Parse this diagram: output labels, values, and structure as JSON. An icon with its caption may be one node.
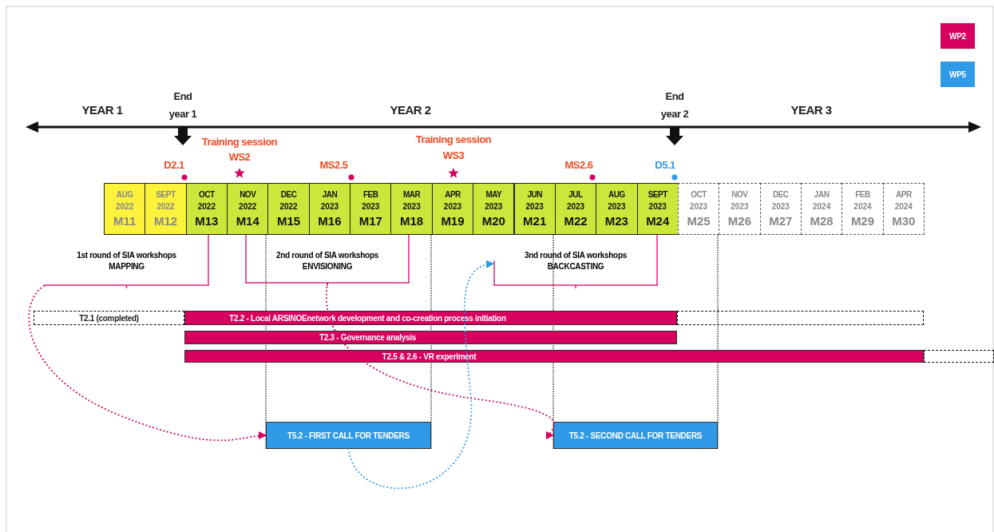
{
  "diagram": {
    "nodes": [
      {
        "text": [
          "AUG",
          "2022",
          "M11"
        ]
      },
      {
        "text": [
          "SEPT",
          "2022",
          "M12"
        ]
      },
      {
        "text": [
          "OCT",
          "2022",
          "M13"
        ]
      },
      {
        "text": [
          "NOV",
          "2022",
          "M14"
        ]
      },
      {
        "text": [
          "DEC",
          "2022",
          "M15"
        ]
      },
      {
        "text": [
          "JAN",
          "2023",
          "M16"
        ]
      },
      {
        "text": [
          "FEB",
          "2023",
          "M17"
        ]
      },
      {
        "text": [
          "MAR",
          "2023",
          "M18"
        ]
      },
      {
        "text": [
          "APR",
          "2023",
          "M19"
        ]
      },
      {
        "text": [
          "MAY",
          "2023",
          "M20"
        ]
      },
      {
        "text": [
          "JUN",
          "2023",
          "M21"
        ]
      },
      {
        "text": [
          "JUL",
          "2023",
          "M22"
        ]
      },
      {
        "text": [
          "AUG",
          "2023",
          "M23"
        ]
      },
      {
        "text": [
          "SEPT",
          "2023",
          "M24"
        ]
      },
      {
        "text": [
          "OCT",
          "2023",
          "M25"
        ]
      },
      {
        "text": [
          "NOV",
          "2023",
          "M26"
        ]
      },
      {
        "text": [
          "DEC",
          "2023",
          "M27"
        ]
      },
      {
        "text": [
          "JAN",
          "2024",
          "M28"
        ]
      },
      {
        "text": [
          "FEB",
          "2024",
          "M29"
        ]
      },
      {
        "text": [
          "APR",
          "2024",
          "M30"
        ]
      },
      {
        "text": [
          "1st round of SIA workshops",
          "MAPPING"
        ]
      },
      {
        "text": [
          "2nd round of SIA workshops",
          "ENVISIONING"
        ]
      },
      {
        "text": [
          "3nd round of SIA workshops",
          "BACKCASTING"
        ]
      },
      {
        "text": [
          "T2.1 (completed)"
        ]
      },
      {
        "text": [
          "T2.2 - Local ARSINOEnetwork development and co-creation process initiation"
        ]
      },
      {
        "text": [
          "T2.3 - Governance analysis"
        ]
      },
      {
        "text": [
          "T2.5 & 2.6 - VR experiment"
        ]
      },
      {
        "text": [
          "T5.2 - FIRST CALL FOR TENDERS"
        ]
      },
      {
        "text": [
          "T5.2 - SECOND CALL FOR TENDERS"
        ]
      },
      {
        "text": [],
        "shape": "bar"
      },
      {
        "text": [],
        "shape": "bar"
      }
    ],
    "edges": [
      {
        "from": 20,
        "to": 27,
        "arrow": "to",
        "style": "dashed",
        "color": "#d6005f"
      },
      {
        "from": 21,
        "to": 28,
        "arrow": "to",
        "style": "dashed",
        "color": "#d6005f"
      },
      {
        "from": 27,
        "to": 22,
        "arrow": "to",
        "style": "dashed",
        "color": "#2f9be8"
      }
    ],
    "labels": [
      "YEAR 1",
      "End year 1",
      "YEAR 2",
      "End year 2",
      "YEAR 3",
      "Training session",
      "WS2",
      "Training session",
      "WS3",
      "D2.1",
      "MS2.5",
      "MS2.6",
      "D5.1"
    ],
    "legend": [
      {
        "text": "WP2",
        "color": "#d6005f"
      },
      {
        "text": "WP5",
        "color": "#2f9be8"
      }
    ]
  }
}
